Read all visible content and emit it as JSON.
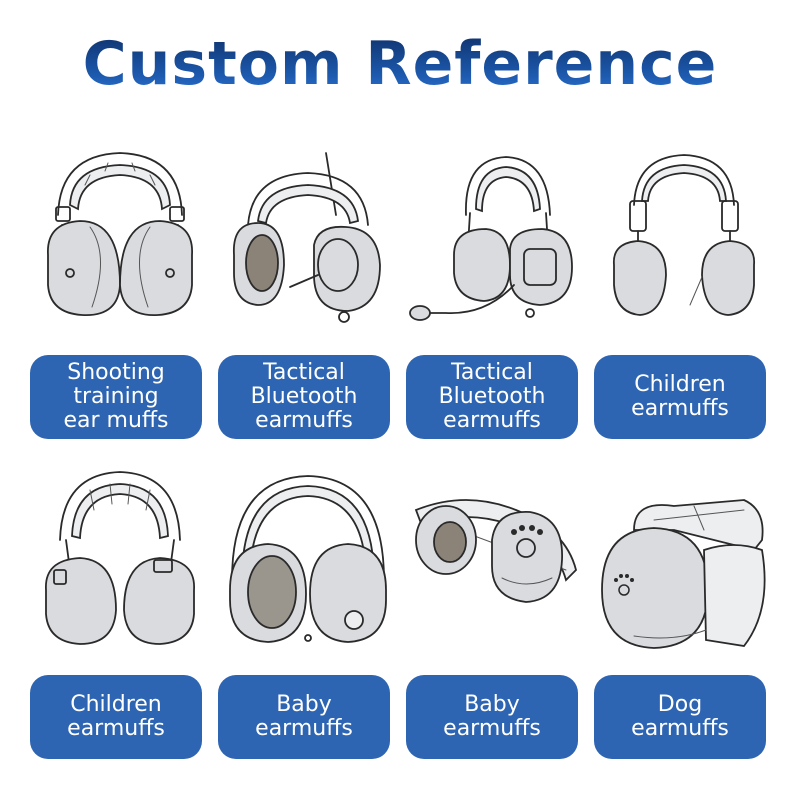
{
  "title": "Custom Reference",
  "colors": {
    "label_bg": "#2e65b2",
    "title_start": "#0d2a5e",
    "title_end": "#2f7be0"
  },
  "products": [
    {
      "label": "Shooting\ntraining\near muffs",
      "icon": "shooting-earmuff-icon"
    },
    {
      "label": "Tactical\nBluetooth\nearmuffs",
      "icon": "tactical-bluetooth-earmuff-icon"
    },
    {
      "label": "Tactical\nBluetooth\nearmuffs",
      "icon": "tactical-headset-with-mic-icon"
    },
    {
      "label": "Children\nearmuffs",
      "icon": "children-earmuff-icon"
    },
    {
      "label": "Children\nearmuffs",
      "icon": "children-padded-earmuff-icon"
    },
    {
      "label": "Baby\nearmuffs",
      "icon": "baby-headphone-earmuff-icon"
    },
    {
      "label": "Baby\nearmuffs",
      "icon": "baby-band-earmuff-icon"
    },
    {
      "label": "Dog\nearmuffs",
      "icon": "dog-earmuff-icon"
    }
  ]
}
